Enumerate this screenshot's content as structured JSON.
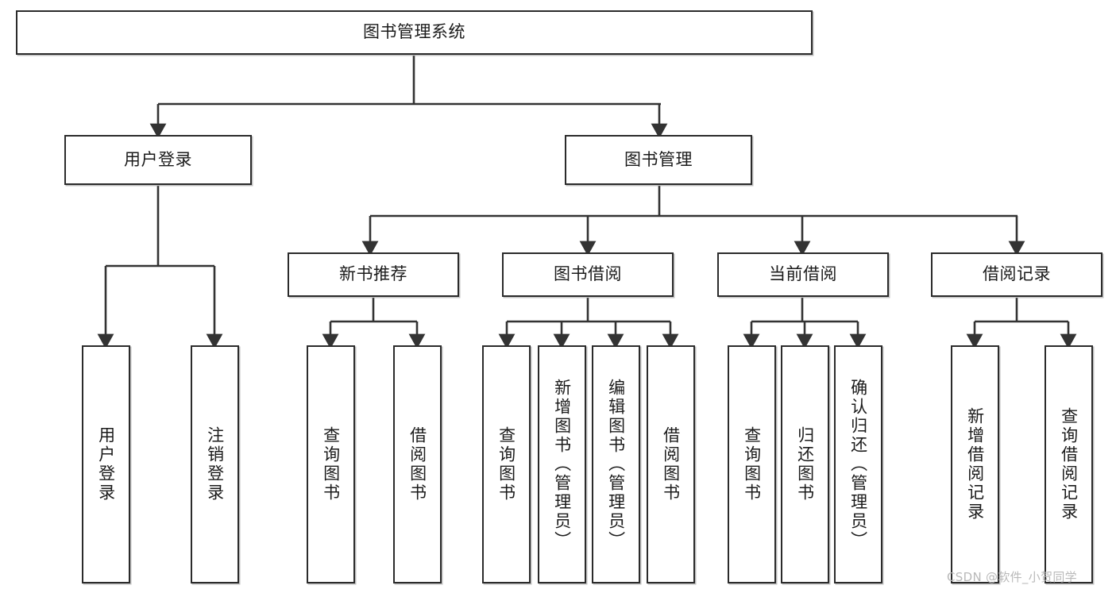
{
  "diagram": {
    "title": "图书管理系统",
    "type": "tree-hierarchy-chart",
    "root": {
      "label": "图书管理系统"
    },
    "level2": [
      {
        "label": "用户登录"
      },
      {
        "label": "图书管理"
      }
    ],
    "level3": [
      {
        "label": "新书推荐"
      },
      {
        "label": "图书借阅"
      },
      {
        "label": "当前借阅"
      },
      {
        "label": "借阅记录"
      }
    ],
    "leaves": {
      "user_login": [
        {
          "label": "用户登录"
        },
        {
          "label": "注销登录"
        }
      ],
      "new_book_recommend": [
        {
          "label": "查询图书"
        },
        {
          "label": "借阅图书"
        }
      ],
      "book_borrow": [
        {
          "label": "查询图书"
        },
        {
          "label": "新增图书（管理员）"
        },
        {
          "label": "编辑图书（管理员）"
        },
        {
          "label": "借阅图书"
        }
      ],
      "current_borrow": [
        {
          "label": "查询图书"
        },
        {
          "label": "归还图书"
        },
        {
          "label": "确认归还（管理员）"
        }
      ],
      "borrow_record": [
        {
          "label": "新增借阅记录"
        },
        {
          "label": "查询借阅记录"
        }
      ]
    }
  },
  "watermark": {
    "text": "CSDN @软件_小贺同学"
  },
  "colors": {
    "box_border": "#2b2b2b",
    "box_fill": "#ffffff",
    "edge": "#333333",
    "text": "#1b1b1b",
    "watermark": "#b9b9b9"
  }
}
